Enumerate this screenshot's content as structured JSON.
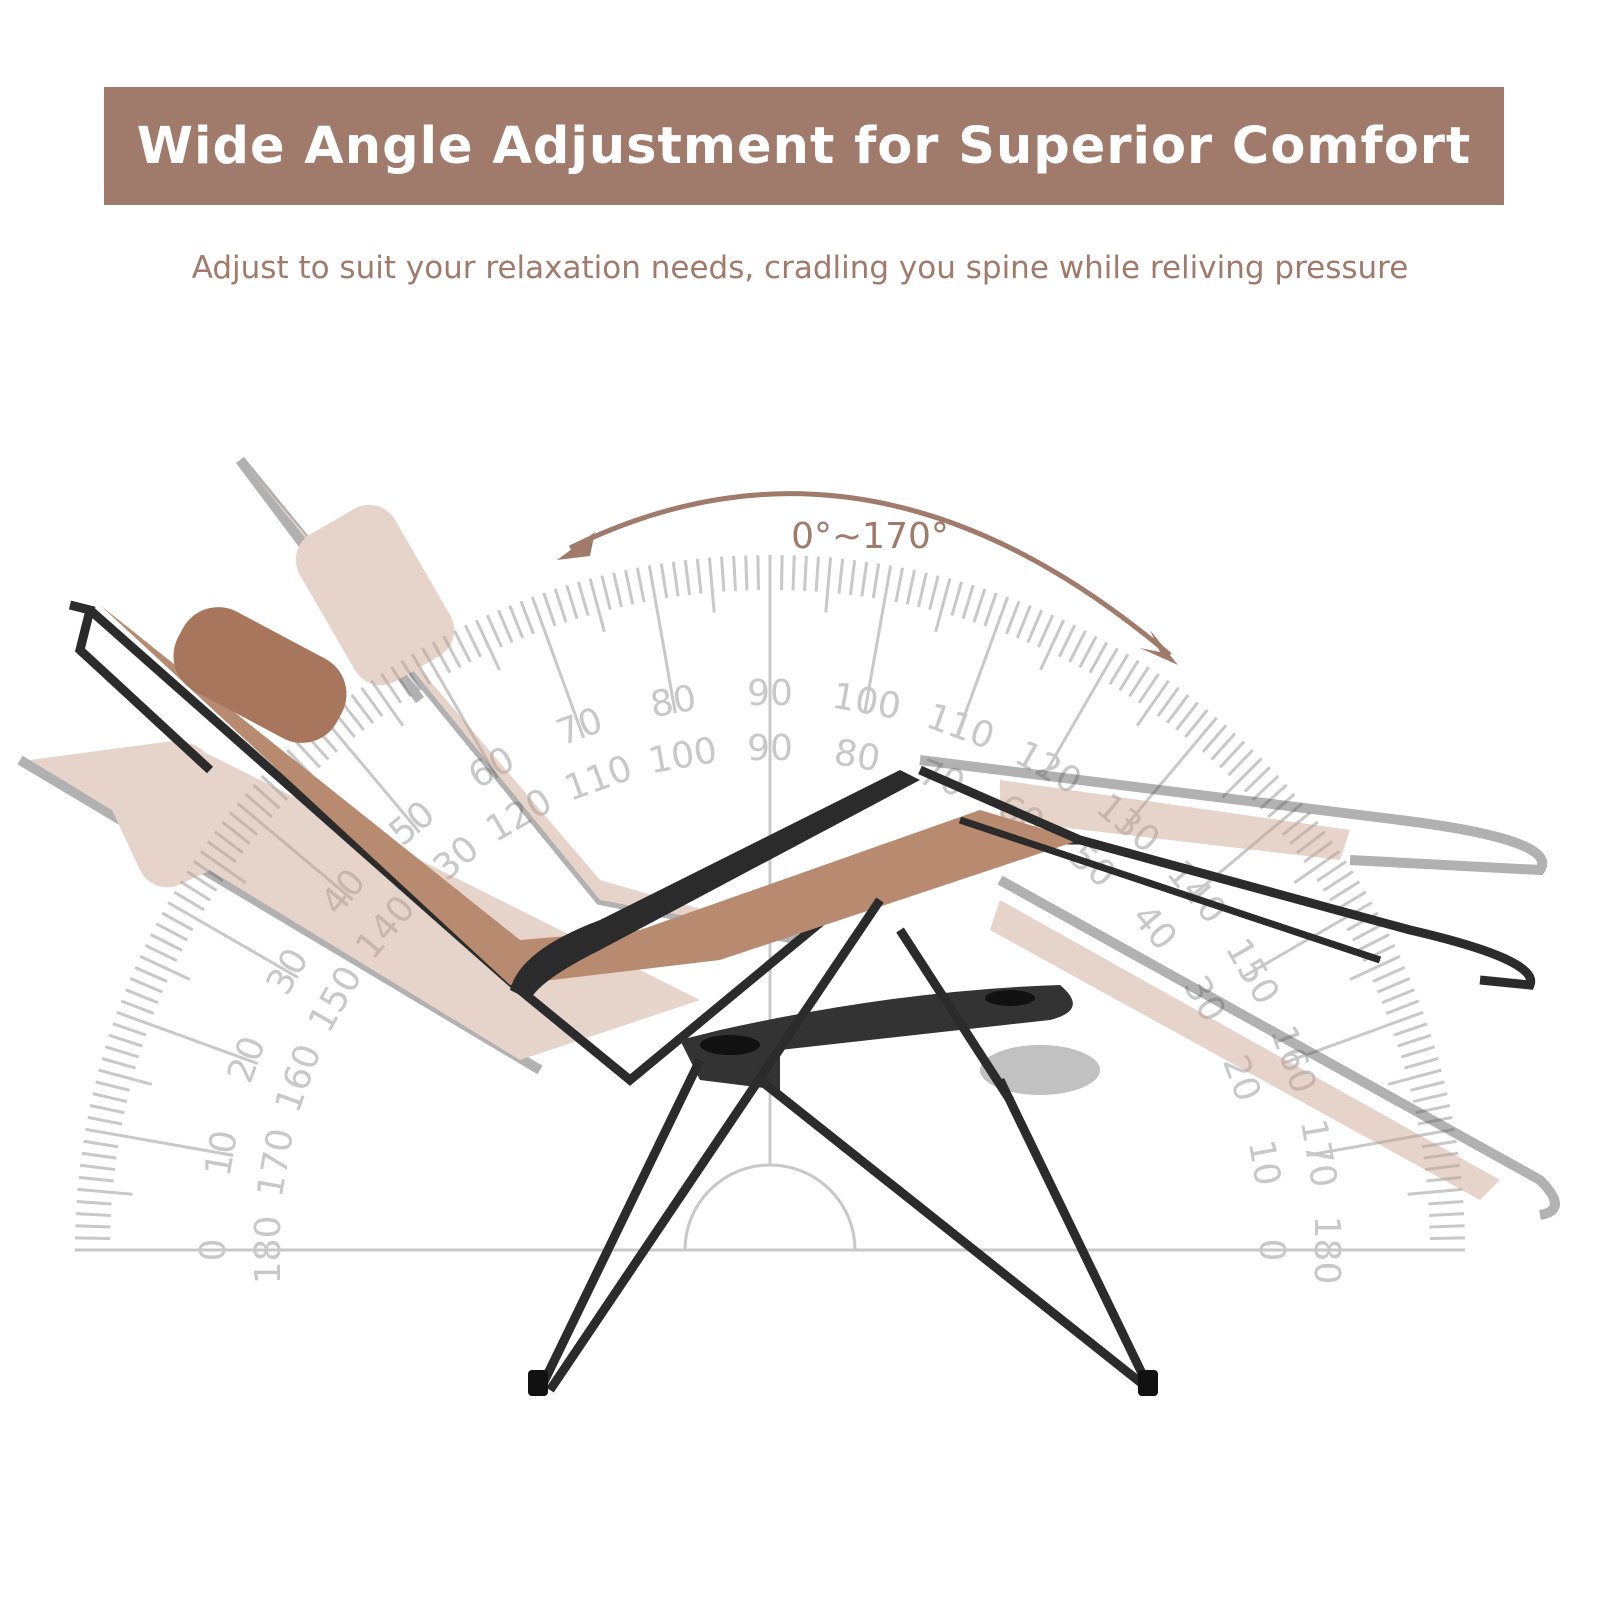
{
  "header": {
    "title": "Wide Angle Adjustment for Superior Comfort",
    "subtitle": "Adjust to suit your relaxation needs, cradling you spine while reliving pressure"
  },
  "graphic": {
    "range_label": "0°~170°",
    "scale_outer": [
      0,
      10,
      20,
      30,
      40,
      50,
      60,
      70,
      80,
      90,
      100,
      110,
      120,
      130,
      140,
      150,
      160,
      170,
      180
    ],
    "scale_inner": [
      180,
      170,
      160,
      150,
      140,
      130,
      120,
      110,
      100,
      90,
      80,
      70,
      60,
      50,
      40,
      30,
      20,
      10,
      0
    ],
    "colors": {
      "accent": "#a07b6c",
      "scale": "#c8c8c8",
      "frame": "#2b2b2b",
      "fabric": "#b88a70"
    }
  }
}
